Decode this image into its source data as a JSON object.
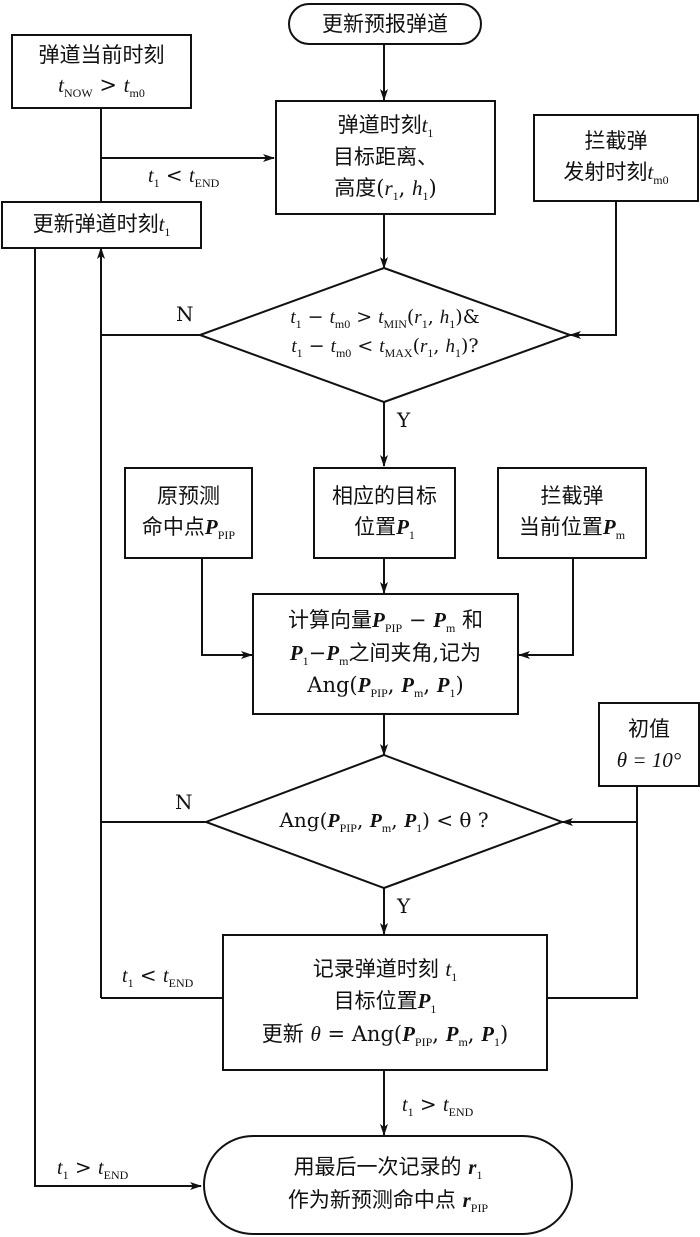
{
  "diagram": {
    "nodes": {
      "start": {
        "text": "更新预报弹道"
      },
      "current_time": {
        "line1": "弹道当前时刻",
        "line2_var": "t",
        "line2_sub": "NOW",
        "line2_op": " > ",
        "line2_var2": "t",
        "line2_sub2": "m0"
      },
      "update_time": {
        "text": "更新弹道时刻",
        "var": "t",
        "sub": "1"
      },
      "trajectory": {
        "line1": "弹道时刻",
        "line1_var": "t",
        "line1_sub": "1",
        "line2": "目标距离、",
        "line3": "高度(",
        "line3_r": "r",
        "line3_h": "h",
        "line3_sub": "1"
      },
      "launch_time": {
        "line1": "拦截弹",
        "line2": "发射时刻",
        "var": "t",
        "sub": "m0"
      },
      "decision1": {
        "line1": "t₁ − tₘ₀ > t_MIN(r₁, h₁)&",
        "line2": "t₁ − tₘ₀ < t_MAX(r₁, h₁)?"
      },
      "orig_pip": {
        "line1": "原预测",
        "line2": "命中点",
        "var": "P",
        "sub": "PIP"
      },
      "target_pos": {
        "line1": "相应的目标",
        "line2": "位置",
        "var": "P",
        "sub": "1"
      },
      "interceptor_pos": {
        "line1": "拦截弹",
        "line2": "当前位置",
        "var": "P",
        "sub": "m"
      },
      "compute_angle": {
        "line1_pre": "计算向量",
        "line1_post": "和",
        "line2_post": "之间夹角,记为",
        "line3_pre": "Ang("
      },
      "initial_theta": {
        "line1": "初值",
        "line2": "θ = 10°"
      },
      "decision2": {
        "text_pre": "Ang(",
        "text_post": ") < θ ?"
      },
      "record": {
        "line1": "记录弹道时刻 ",
        "line2": "目标位置",
        "line3_pre": "更新 ",
        "line3_theta": "θ",
        "line3_eq": " = Ang("
      },
      "end": {
        "line1": "用最后一次记录的 ",
        "line2": "作为新预测命中点 "
      }
    },
    "labels": {
      "n1": "N",
      "y1": "Y",
      "n2": "N",
      "y2": "Y",
      "cond_lt": "<",
      "cond_gt": ">",
      "t": "t",
      "one": "1",
      "end_sub": "END",
      "comma": ", ",
      "close": ")",
      "minus": " − ",
      "and": "&",
      "q": "?",
      "gt": " > ",
      "lt": " < "
    },
    "symbols": {
      "P": "P",
      "r": "r",
      "h": "h",
      "t": "t",
      "PIP": "PIP",
      "m": "m",
      "one": "1",
      "m0": "m0"
    }
  }
}
